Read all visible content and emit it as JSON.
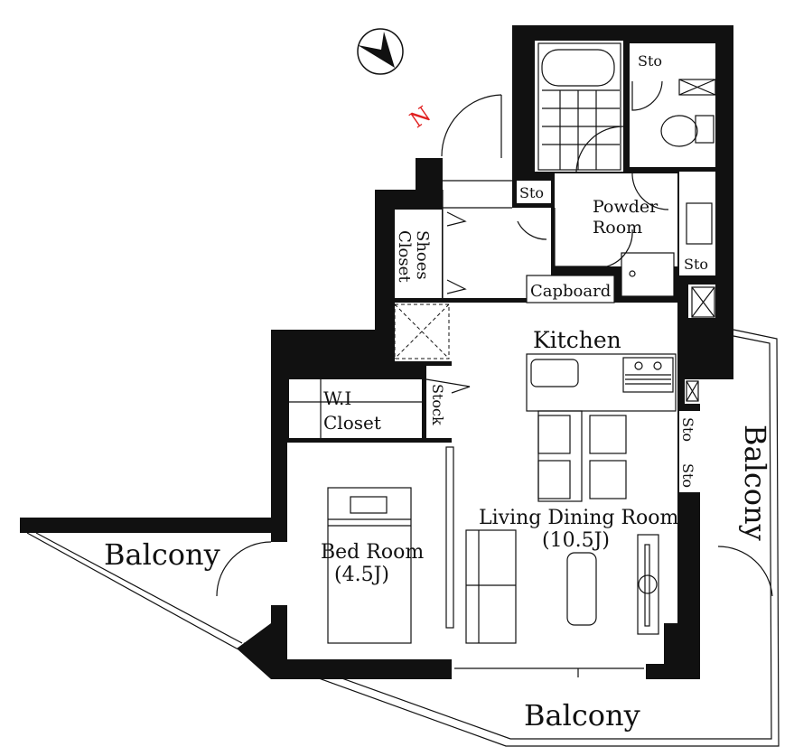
{
  "compass": {
    "north_label": "N",
    "north_color": "#e02020"
  },
  "rooms": {
    "powder_room": [
      "Powder",
      "Room"
    ],
    "shoes_closet": [
      "Shoes",
      "Closet"
    ],
    "capboard": "Capboard",
    "kitchen": "Kitchen",
    "wi_closet": [
      "W.I",
      "Closet"
    ],
    "stock": "Stock",
    "bed_room": {
      "name": "Bed Room",
      "size": "(4.5J)"
    },
    "ldr": {
      "name": "Living Dining Room",
      "size": "(10.5J)"
    },
    "storage": "Sto"
  },
  "balconies": {
    "left": "Balcony",
    "right": "Balcony",
    "bottom": "Balcony"
  }
}
